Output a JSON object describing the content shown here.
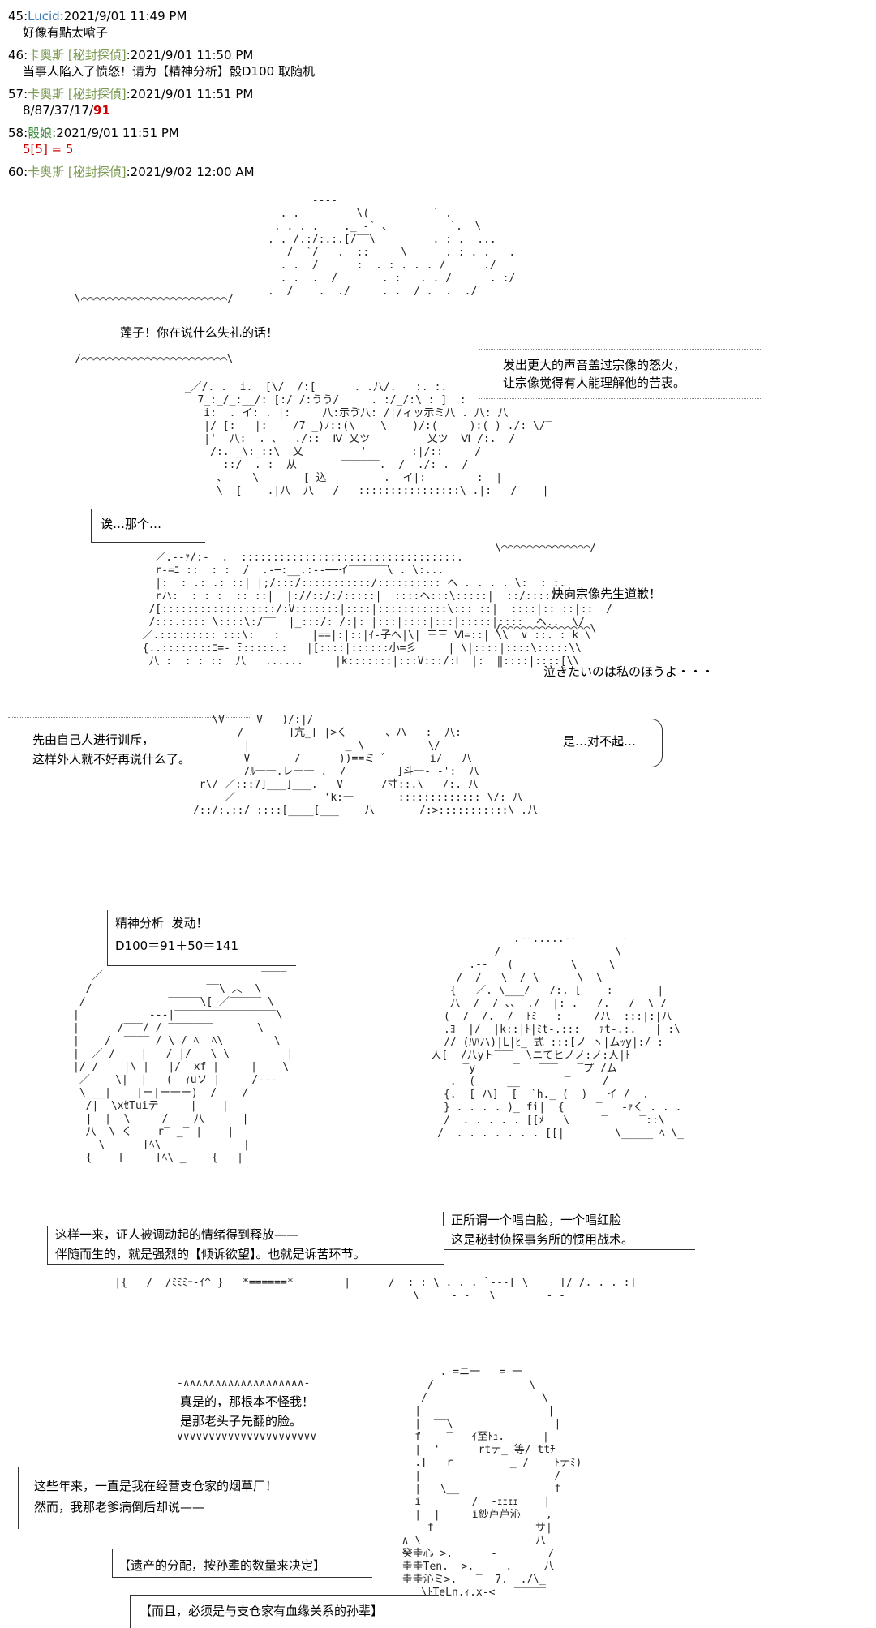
{
  "posts": [
    {
      "num": "45:",
      "name": "Lucid",
      "date": ":2021/9/01 11:49 PM",
      "body": "好像有點太嗆子"
    },
    {
      "num": "46:",
      "name": "卡奥斯 [秘封探偵]",
      "date": ":2021/9/01 11:50 PM",
      "body": "当事人陷入了愤怒！请为【精神分析】骰D100 取随机"
    },
    {
      "num": "57:",
      "name": "卡奥斯 [秘封探偵]",
      "date": ":2021/9/01 11:51 PM",
      "body_plain": "8/87/37/17/",
      "body_red": "91"
    },
    {
      "num": "58:",
      "name": "骰娘",
      "date": ":2021/9/01 11:51 PM",
      "body_red": "5[5] = 5"
    },
    {
      "num": "60:",
      "name": "卡奥斯 [秘封探偵]",
      "date": ":2021/9/02 12:00 AM"
    }
  ],
  "panel1": {
    "speech_left": "莲子！你在说什么失礼的话！",
    "speech_right_1": "发出更大的声音盖过宗像的怒火，",
    "speech_right_2": "让宗像觉得有人能理解他的苦衷。",
    "speech_small": "诶…那个…",
    "speech_apology": "快向宗像先生道歉！",
    "speech_cry": "泣きたいのは私のほうよ・・・",
    "speech_train_1": "先由自己人进行训斥，",
    "speech_train_2": "这样外人就不好再说什么了。",
    "speech_sorry": "是…对不起…"
  },
  "panel2": {
    "analysis_1": "精神分析  发动！",
    "analysis_2": "D100＝91＋50＝141",
    "caption_right_1": "正所谓一个唱白脸，一个唱红脸",
    "caption_right_2": "这是秘封侦探事务所的惯用战术。",
    "caption_left_1": "这样一来，证人被调动起的情绪得到释放——",
    "caption_left_2": "伴随而生的，就是强烈的【倾诉欲望】。也就是诉苦环节。"
  },
  "panel3": {
    "speech_1": "真是的，那根本不怪我！",
    "speech_2": "是那老头子先翻的脸。",
    "story_1": "这些年来，一直是我在经营支仓家的烟草厂！",
    "story_2": "然而，我那老爹病倒后却说——",
    "rule_1": "【遗产的分配，按孙辈的数量来决定】",
    "rule_2": "【而且，必须是与支仓家有血缘关系的孙辈】"
  }
}
